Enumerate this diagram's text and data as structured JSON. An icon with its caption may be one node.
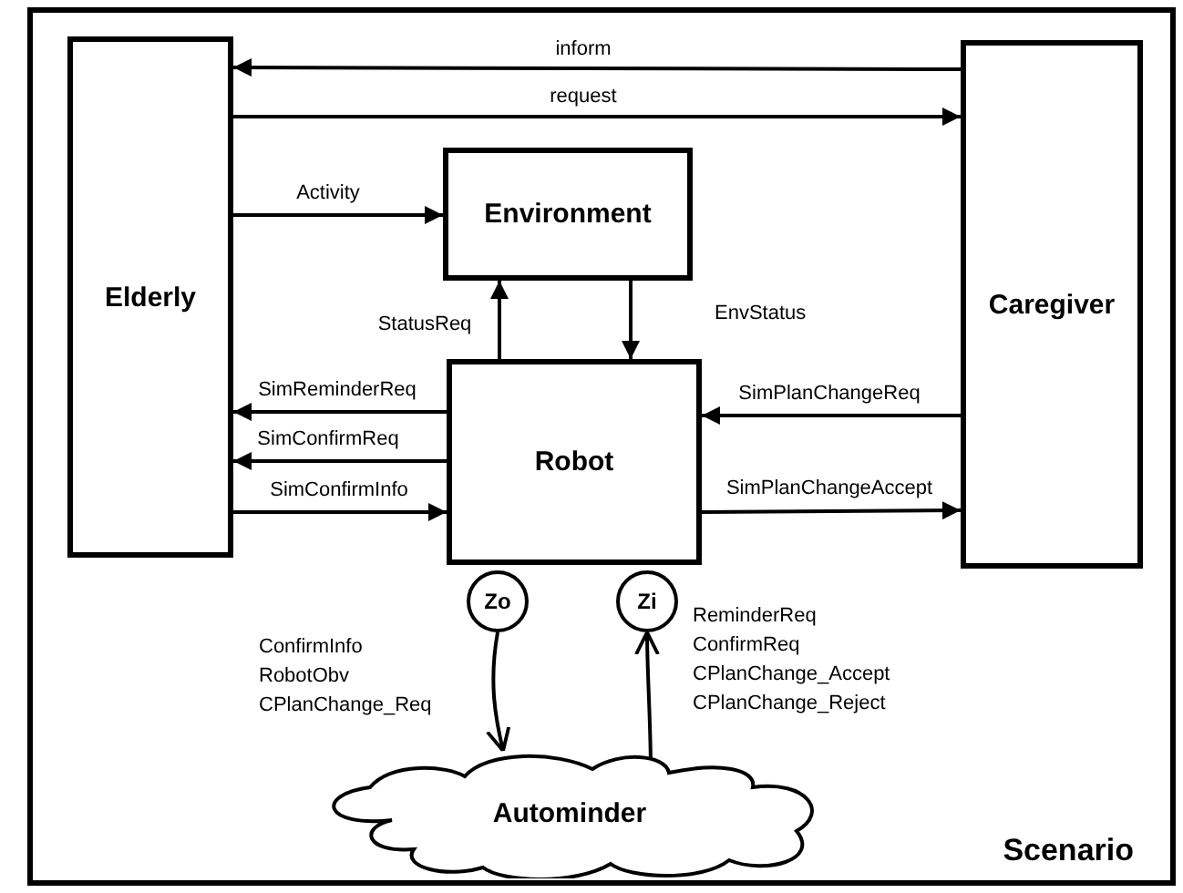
{
  "diagram": {
    "nodes": [
      {
        "text": [
          "Scenario"
        ]
      },
      {
        "text": [
          "Elderly"
        ],
        "in": 0
      },
      {
        "text": [
          "Caregiver"
        ],
        "in": 0
      },
      {
        "text": [
          "Environment"
        ],
        "in": 0
      },
      {
        "text": [
          "Robot"
        ],
        "in": 0
      },
      {
        "text": [
          "Zo"
        ],
        "in": 0
      },
      {
        "text": [
          "Zi"
        ],
        "in": 0
      },
      {
        "text": [
          "Autominder"
        ],
        "in": 0
      }
    ],
    "edges": [
      {
        "from": 2,
        "to": 1,
        "arrow": "to",
        "label": "inform"
      },
      {
        "from": 1,
        "to": 2,
        "arrow": "to",
        "label": "request"
      },
      {
        "from": 1,
        "to": 3,
        "arrow": "to",
        "label": "Activity"
      },
      {
        "from": 4,
        "to": 3,
        "arrow": "to",
        "label": "StatusReq"
      },
      {
        "from": 3,
        "to": 4,
        "arrow": "to",
        "label": "EnvStatus"
      },
      {
        "from": 4,
        "to": 1,
        "arrow": "to",
        "label": "SimReminderReq"
      },
      {
        "from": 4,
        "to": 1,
        "arrow": "to",
        "label": "SimConfirmReq"
      },
      {
        "from": 1,
        "to": 4,
        "arrow": "to",
        "label": "SimConfirmInfo"
      },
      {
        "from": 2,
        "to": 4,
        "arrow": "to",
        "label": "SimPlanChangeReq"
      },
      {
        "from": 4,
        "to": 2,
        "arrow": "to",
        "label": "SimPlanChangeAccept"
      },
      {
        "from": 5,
        "to": 7,
        "arrow": "to",
        "label": "ConfirmInfo RobotObv CPlanChange_Req"
      },
      {
        "from": 7,
        "to": 6,
        "arrow": "to",
        "label": "ReminderReq ConfirmReq CPlanChange_Accept CPlanChange_Reject"
      }
    ]
  }
}
